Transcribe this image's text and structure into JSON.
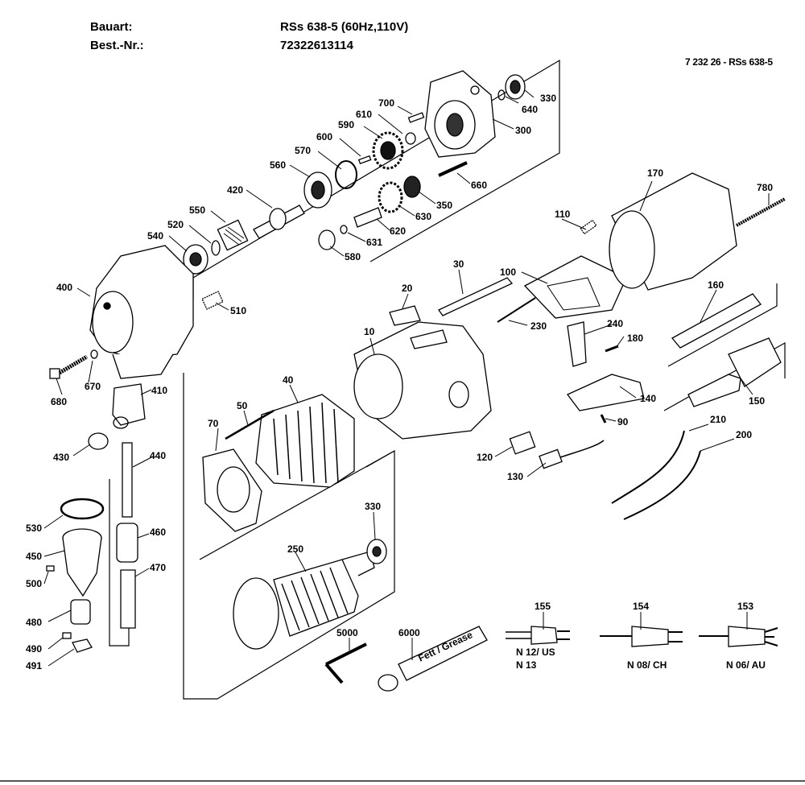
{
  "header": {
    "bauart_label": "Bauart:",
    "bauart_value": "RSs 638-5 (60Hz,110V)",
    "bestnr_label": "Best.-Nr.:",
    "bestnr_value": "72322613114",
    "doc_id": "7 232 26 - RSs 638-5"
  },
  "callouts": {
    "p10": "10",
    "p20": "20",
    "p30": "30",
    "p40": "40",
    "p50": "50",
    "p70": "70",
    "p90": "90",
    "p100": "100",
    "p110": "110",
    "p120": "120",
    "p130": "130",
    "p140": "140",
    "p150": "150",
    "p153": "153",
    "p154": "154",
    "p155": "155",
    "p160": "160",
    "p170": "170",
    "p180": "180",
    "p200": "200",
    "p210": "210",
    "p230": "230",
    "p240": "240",
    "p250": "250",
    "p300": "300",
    "p330a": "330",
    "p330b": "330",
    "p350": "350",
    "p400": "400",
    "p410": "410",
    "p420": "420",
    "p430": "430",
    "p440": "440",
    "p450": "450",
    "p460": "460",
    "p470": "470",
    "p480": "480",
    "p490": "490",
    "p491": "491",
    "p500": "500",
    "p510": "510",
    "p520": "520",
    "p530": "530",
    "p540": "540",
    "p550": "550",
    "p560": "560",
    "p570": "570",
    "p580": "580",
    "p590": "590",
    "p600": "600",
    "p610": "610",
    "p620": "620",
    "p630": "630",
    "p631": "631",
    "p640": "640",
    "p660": "660",
    "p670": "670",
    "p680": "680",
    "p700": "700",
    "p780": "780",
    "p5000": "5000",
    "p6000": "6000"
  },
  "plug_captions": {
    "p155_line1": "N 12/ US",
    "p155_line2": "N 13",
    "p154": "N 08/ CH",
    "p153": "N 06/ AU"
  },
  "tube_text": "Fett / Grease"
}
